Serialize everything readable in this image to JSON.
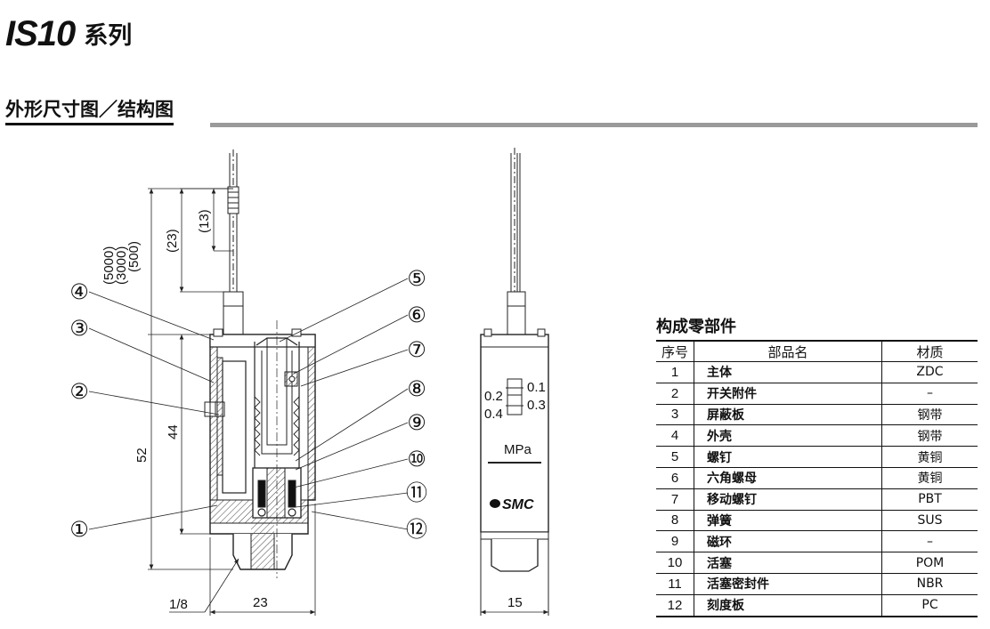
{
  "header": {
    "model": "IS10",
    "series": "系列"
  },
  "section_title": "外形尺寸图／结构图",
  "dimensions": {
    "d5000": "(5000)",
    "d3000": "(3000)",
    "d500": "(500)",
    "d23top": "(23)",
    "d13": "(13)",
    "d52": "52",
    "d44": "44",
    "d23bottom": "23",
    "port": "1/8",
    "d15": "15"
  },
  "callouts": [
    "①",
    "②",
    "③",
    "④",
    "⑤",
    "⑥",
    "⑦",
    "⑧",
    "⑨",
    "⑩",
    "⑪",
    "⑫"
  ],
  "gauge": {
    "left_top": "0.2",
    "left_bottom": "0.4",
    "right_top": "0.1",
    "right_bottom": "0.3",
    "unit": "MPa",
    "brand": "SMC"
  },
  "parts_table": {
    "title": "构成零部件",
    "headers": [
      "序号",
      "部品名",
      "材质"
    ],
    "rows": [
      {
        "no": "1",
        "name": "主体",
        "material": "ZDC"
      },
      {
        "no": "2",
        "name": "开关附件",
        "material": "–"
      },
      {
        "no": "3",
        "name": "屏蔽板",
        "material": "钢带"
      },
      {
        "no": "4",
        "name": "外壳",
        "material": "钢带"
      },
      {
        "no": "5",
        "name": "螺钉",
        "material": "黄铜"
      },
      {
        "no": "6",
        "name": "六角螺母",
        "material": "黄铜"
      },
      {
        "no": "7",
        "name": "移动螺钉",
        "material": "PBT"
      },
      {
        "no": "8",
        "name": "弹簧",
        "material": "SUS"
      },
      {
        "no": "9",
        "name": "磁环",
        "material": "–"
      },
      {
        "no": "10",
        "name": "活塞",
        "material": "POM"
      },
      {
        "no": "11",
        "name": "活塞密封件",
        "material": "NBR"
      },
      {
        "no": "12",
        "name": "刻度板",
        "material": "PC"
      }
    ]
  }
}
